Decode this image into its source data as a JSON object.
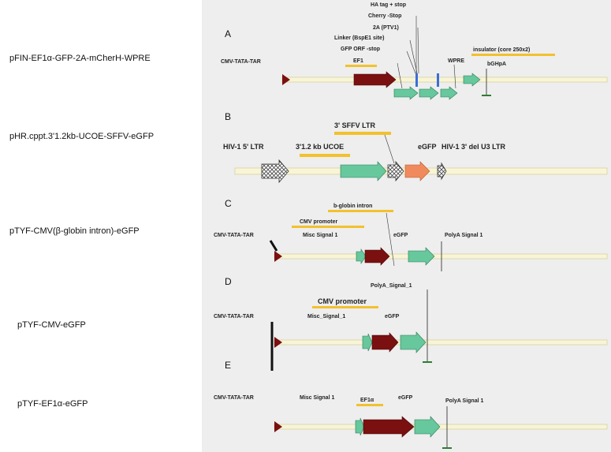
{
  "constructs": [
    {
      "id": "A",
      "name": "pFIN-EF1α-GFP-2A-mCherH-WPRE"
    },
    {
      "id": "B",
      "name": "pHR.cppt.3'1.2kb-UCOE-SFFV-eGFP"
    },
    {
      "id": "C",
      "name": "pTYF-CMV(β-globin intron)-eGFP"
    },
    {
      "id": "D",
      "name": "pTYF-CMV-eGFP"
    },
    {
      "id": "E",
      "name": "pTYF-EF1α-eGFP"
    }
  ],
  "panel_a": {
    "letter": "A",
    "labels": {
      "cmv": "CMV-TATA-TAR",
      "ef1": "EF1",
      "gfp_orf": "GFP ORF -stop",
      "linker": "Linker (BspE1 site)",
      "p2a": "2A (PTV1)",
      "cherry": "Cherry -Stop",
      "ha": "HA tag + stop",
      "wpre": "WPRE",
      "insulator": "insulator (core 250x2)",
      "bgh": "bGHpA"
    }
  },
  "panel_b": {
    "letter": "B",
    "labels": {
      "ltr5": "HIV-1 5' LTR",
      "ucoe": "3'1.2 kb UCOE",
      "sffv": "3' SFFV LTR",
      "egfp": "eGFP",
      "ltr3": "HIV-1 3' del U3 LTR"
    }
  },
  "panel_c": {
    "letter": "C",
    "labels": {
      "cmv": "CMV-TATA-TAR",
      "globin": "b-globin intron",
      "cmv_promoter": "CMV promoter",
      "misc": "Misc Signal 1",
      "egfp": "eGFP",
      "polya": "PolyA Signal 1"
    }
  },
  "panel_d": {
    "letter": "D",
    "labels": {
      "cmv": "CMV-TATA-TAR",
      "polya": "PolyA_Signal_1",
      "cmv_promoter": "CMV promoter",
      "misc": "Misc_Signal_1",
      "egfp": "eGFP"
    }
  },
  "panel_e": {
    "letter": "E",
    "labels": {
      "cmv": "CMV-TATA-TAR",
      "misc": "Misc Signal 1",
      "ef1a": "EF1α",
      "egfp": "eGFP",
      "polya": "PolyA Signal 1"
    }
  },
  "colors": {
    "promoter": "#7a1010",
    "gfp": "#66c89c",
    "cherry": "#f08a5d",
    "annotation": "#f2c12e",
    "backbone": "#f7f5d6",
    "backbone_edge": "#d7d2a0",
    "linker": "#3b6fd8",
    "terminator": "#2e7d32"
  }
}
